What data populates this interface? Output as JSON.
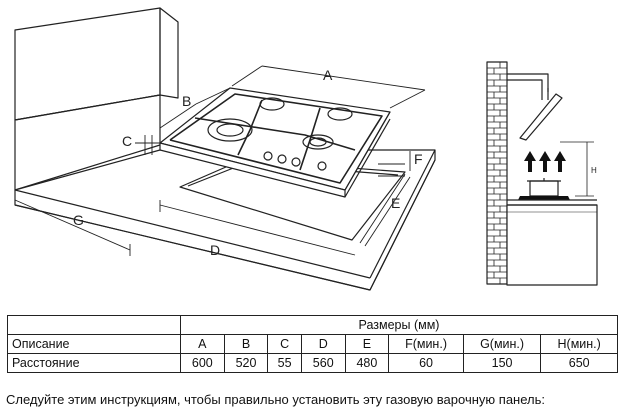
{
  "diagram": {
    "labels": {
      "a": "A",
      "b": "B",
      "c": "C",
      "d": "D",
      "e": "E",
      "f": "F",
      "g": "G",
      "h": "H"
    }
  },
  "table": {
    "sizes_header": "Размеры (мм)",
    "row_labels": {
      "description": "Описание",
      "distance": "Расстояние"
    },
    "columns": [
      "A",
      "B",
      "C",
      "D",
      "E",
      "F(мин.)",
      "G(мин.)",
      "H(мин.)"
    ],
    "values": [
      "600",
      "520",
      "55",
      "560",
      "480",
      "60",
      "150",
      "650"
    ]
  },
  "instruction": "Следуйте этим инструкциям, чтобы правильно установить эту газовую варочную панель:",
  "colors": {
    "stroke": "#222222",
    "arrows": "#111111"
  }
}
